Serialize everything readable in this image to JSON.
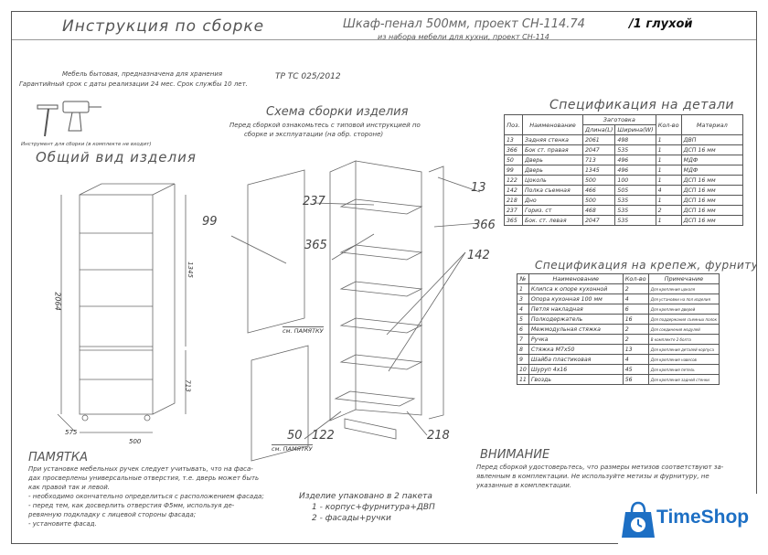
{
  "header": {
    "instruction": "Инструкция по сборке",
    "product_title": "Шкаф-пенал 500мм, проект СН-114.74",
    "product_suffix": "/1 глухой",
    "product_subtitle": "из набора мебели для кухни, проект СН-114"
  },
  "intro": {
    "line1": "Мебель бытовая, предназначена для хранения",
    "line2": "Гарантийный срок с даты реализации 24 мес. Срок службы 10 лет.",
    "standard": "ТР ТС 025/2012",
    "tools_caption": "Инструмент для сборки (в комплекте не входит)"
  },
  "general_view": {
    "title": "Общий вид изделия",
    "dim_height": "2064",
    "dim_upper": "1345",
    "dim_lower": "713",
    "dim_width": "500",
    "dim_depth": "575"
  },
  "assembly": {
    "title": "Схема сборки изделия",
    "note_line1": "Перед сборкой ознакомьтесь с типовой инструкцией по",
    "note_line2": "сборке и эксплуатации (на обр. стороне)",
    "label_99": "99",
    "label_365": "365",
    "label_237": "237",
    "label_13": "13",
    "label_366": "366",
    "label_142": "142",
    "label_50": "50",
    "label_122": "122",
    "label_218": "218",
    "memo_label_1": "см. ПАМЯТКУ",
    "memo_label_2": "см. ПАМЯТКУ"
  },
  "parts_spec": {
    "title": "Спецификация на детали",
    "col_pos": "Поз.",
    "col_name": "Наименование",
    "col_blank": "Заготовка",
    "col_length": "Длина(L)",
    "col_width": "Ширина(W)",
    "col_qty": "Кол-во",
    "col_material": "Материал",
    "rows": [
      {
        "pos": "13",
        "name": "Задняя стенка",
        "l": "2061",
        "w": "498",
        "qty": "1",
        "mat": "ДВП"
      },
      {
        "pos": "366",
        "name": "Бок ст. правая",
        "l": "2047",
        "w": "535",
        "qty": "1",
        "mat": "ДСП 16 мм"
      },
      {
        "pos": "50",
        "name": "Дверь",
        "l": "713",
        "w": "496",
        "qty": "1",
        "mat": "МДФ"
      },
      {
        "pos": "99",
        "name": "Дверь",
        "l": "1345",
        "w": "496",
        "qty": "1",
        "mat": "МДФ"
      },
      {
        "pos": "122",
        "name": "Цоколь",
        "l": "500",
        "w": "100",
        "qty": "1",
        "mat": "ДСП 16 мм"
      },
      {
        "pos": "142",
        "name": "Полка съемная",
        "l": "466",
        "w": "505",
        "qty": "4",
        "mat": "ДСП 16 мм"
      },
      {
        "pos": "218",
        "name": "Дно",
        "l": "500",
        "w": "535",
        "qty": "1",
        "mat": "ДСП 16 мм"
      },
      {
        "pos": "237",
        "name": "Гориз. ст",
        "l": "468",
        "w": "535",
        "qty": "2",
        "mat": "ДСП 16 мм"
      },
      {
        "pos": "365",
        "name": "Бок. ст. левая",
        "l": "2047",
        "w": "535",
        "qty": "1",
        "mat": "ДСП 16 мм"
      }
    ]
  },
  "hardware_spec": {
    "title": "Спецификация на крепеж, фурнитуру",
    "col_num": "№",
    "col_name": "Наименование",
    "col_qty": "Кол-во",
    "col_note": "Примечание",
    "rows": [
      {
        "n": "1",
        "name": "Клипса к опоре кухонной",
        "qty": "2",
        "note": "Для крепления цоколя"
      },
      {
        "n": "3",
        "name": "Опора кухонная 100 мм",
        "qty": "4",
        "note": "Для установки на пол изделия"
      },
      {
        "n": "4",
        "name": "Петля накладная",
        "qty": "6",
        "note": "Для крепления дверей"
      },
      {
        "n": "5",
        "name": "Полкодержатель",
        "qty": "16",
        "note": "Для поддержания съемных полок"
      },
      {
        "n": "6",
        "name": "Межмодульная стяжка",
        "qty": "2",
        "note": "Для соединения модулей"
      },
      {
        "n": "7",
        "name": "Ручка",
        "qty": "2",
        "note": "В комплекте 2 болта"
      },
      {
        "n": "8",
        "name": "Стяжка М7х50",
        "qty": "13",
        "note": "Для крепления деталей корпуса"
      },
      {
        "n": "9",
        "name": "Шайба пластиковая",
        "qty": "4",
        "note": "Для крепления навесов"
      },
      {
        "n": "10",
        "name": "Шуруп 4х16",
        "qty": "45",
        "note": "Для крепления петель"
      },
      {
        "n": "11",
        "name": "Гвоздь",
        "qty": "56",
        "note": "Для крепления задней стенки"
      }
    ]
  },
  "memo": {
    "title": "ПАМЯТКА",
    "line1": "При установке мебельных ручек следует учитывать, что на фаса-",
    "line2": "дах просверлены универсальные отверстия, т.е. дверь может быть",
    "line3": "как правой так и левой.",
    "line4": "- необходимо окончательно определиться с расположением фасада;",
    "line5": "- перед тем, как досверлить отверстия Ф5мм, используя де-",
    "line6": "ревянную подкладку с лицевой стороны фасада;",
    "line7": "- установите фасад."
  },
  "packing": {
    "line1": "Изделие упаковано в 2 пакета",
    "line2": "1 - корпус+фурнитура+ДВП",
    "line3": "2 - фасады+ручки"
  },
  "warning": {
    "title": "ВНИМАНИЕ",
    "line1": "Перед сборкой удостоверьтесь, что размеры метизов соответствуют за-",
    "line2": "явленным в комплектации. Не используйте метизы и фурнитуру, не",
    "line3": "указанные в комплектации."
  },
  "logo": {
    "text": "TimeShop",
    "color": "#1d6fc4"
  }
}
